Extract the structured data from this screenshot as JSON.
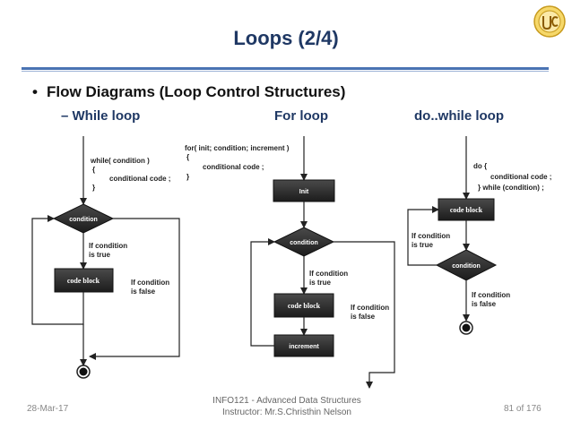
{
  "slide": {
    "title": "Loops (2/4)",
    "bullet": "Flow Diagrams (Loop Control Structures)",
    "sub_while": "While loop",
    "sub_for": "For loop",
    "sub_dowhile": "do..while loop",
    "dash": "–"
  },
  "while_diagram": {
    "code_line1": "while( condition )",
    "code_line2": "{",
    "code_line3": "conditional code ;",
    "code_line4": "}",
    "condition": "condition",
    "if_true_1": "If condition",
    "if_true_2": "is true",
    "block": "code block",
    "if_false_1": "If condition",
    "if_false_2": "is false"
  },
  "for_diagram": {
    "code_line1": "for( init; condition; increment )",
    "code_line2": "{",
    "code_line3": "conditional code ;",
    "code_line4": "}",
    "init": "Init",
    "condition": "condition",
    "if_true_1": "If condition",
    "if_true_2": "is true",
    "block": "code block",
    "if_false_1": "If condition",
    "if_false_2": "is false",
    "increment": "increment"
  },
  "dowhile_diagram": {
    "code_line1": "do {",
    "code_line2": "conditional code ;",
    "code_line3": "} while (condition) ;",
    "block": "code block",
    "if_true_1": "If condition",
    "if_true_2": "is true",
    "condition": "condition",
    "if_false_1": "If condition",
    "if_false_2": "is false"
  },
  "footer": {
    "date": "28-Mar-17",
    "course_line1": "INFO121 - Advanced Data Structures",
    "course_line2": "Instructor: Mr.S.Christhin Nelson",
    "page": "81 of 176"
  },
  "colors": {
    "title": "#1f3864",
    "rule": "#4a73b3",
    "box": "#2b2b2b",
    "logo": "#e8b830"
  }
}
